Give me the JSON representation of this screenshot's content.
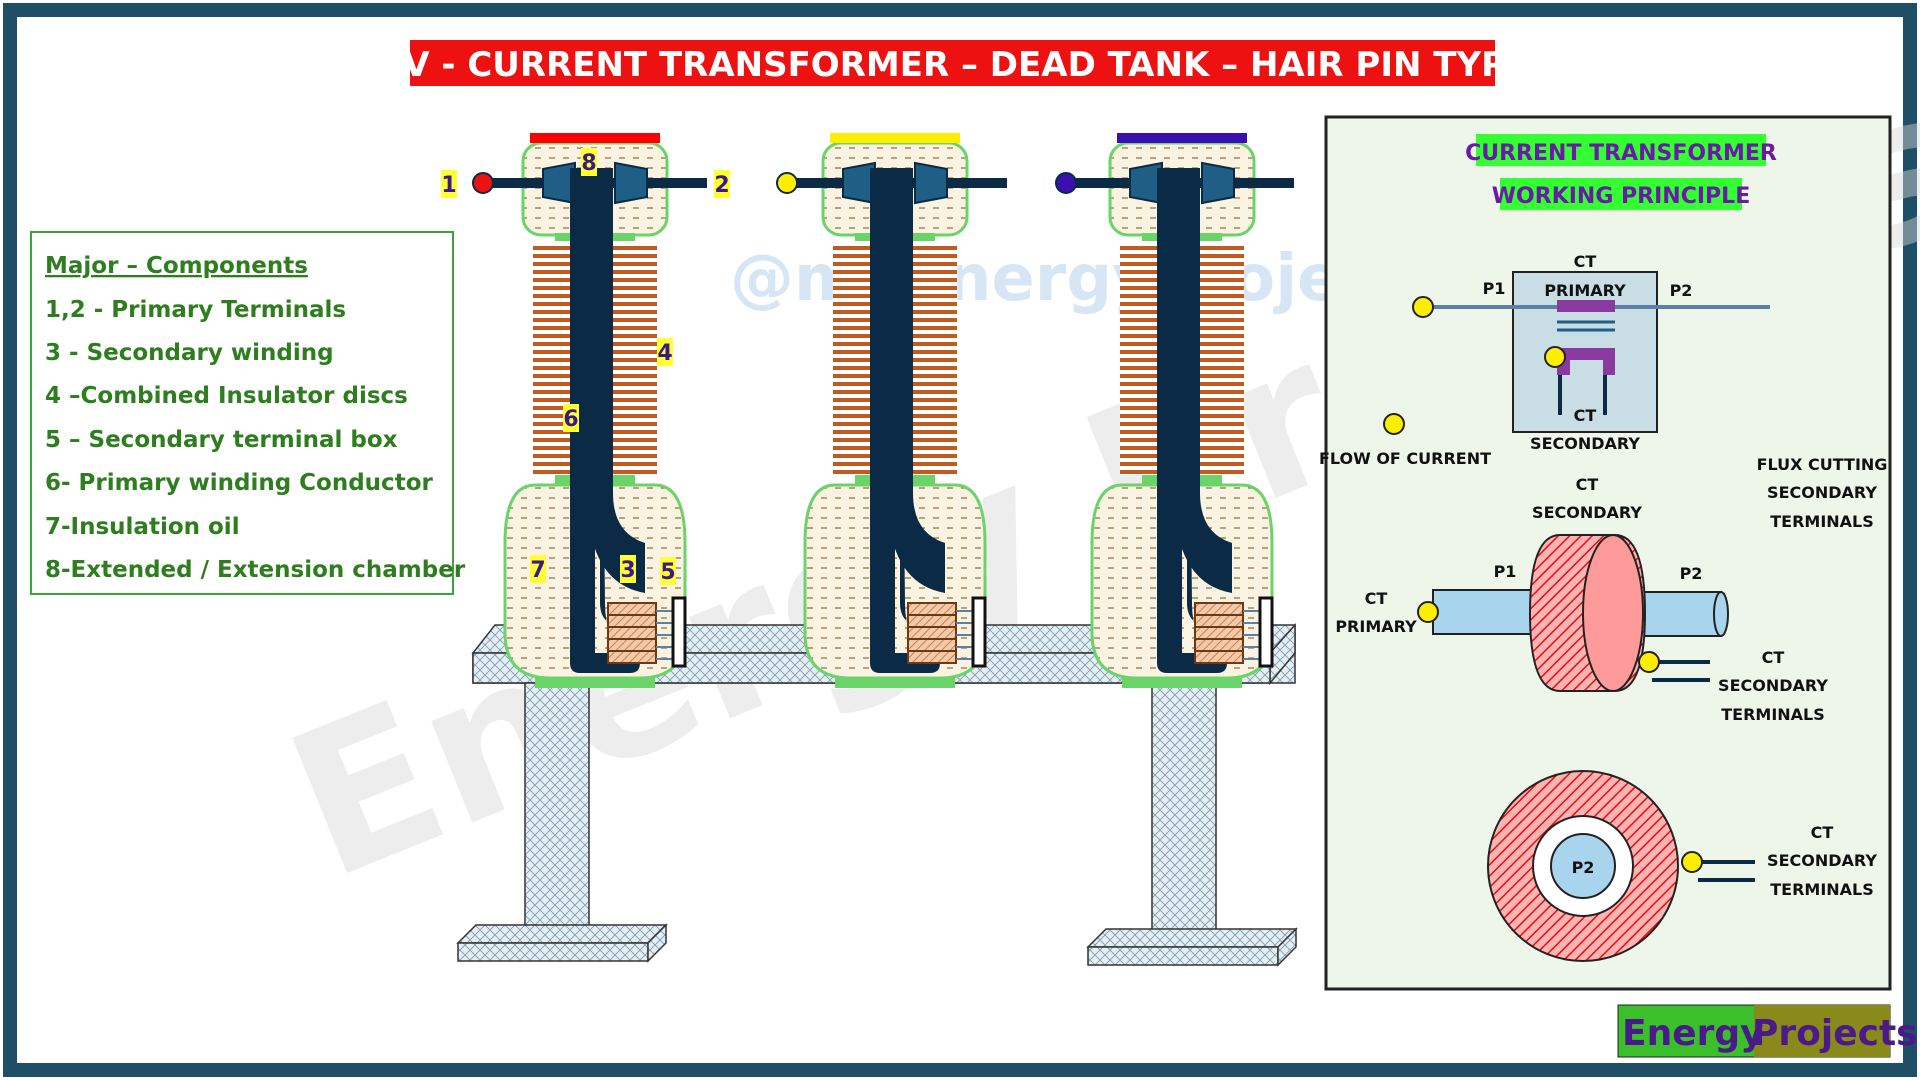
{
  "title": "HV - CURRENT TRANSFORMER – DEAD TANK – HAIR PIN TYPE",
  "watermark_handle": "@myenergyprojects",
  "watermark_big": "Energy Projects",
  "legend": {
    "heading": "Major – Components",
    "items": [
      "1,2 - Primary Terminals",
      "3 - Secondary winding",
      "4 –Combined Insulator discs",
      "5 – Secondary terminal box",
      "6- Primary  winding Conductor",
      "7-Insulation oil",
      "8-Extended / Extension chamber"
    ]
  },
  "callouts": [
    "1",
    "2",
    "3",
    "4",
    "5",
    "6",
    "7",
    "8"
  ],
  "phase_colors": [
    "#ff0000",
    "#ffee00",
    "#3a10b0"
  ],
  "principle": {
    "title1": "CURRENT TRANSFORMER",
    "title2": "WORKING PRINCIPLE",
    "ct_top": "CT",
    "primary": "PRIMARY",
    "p1": "P1",
    "p2": "P2",
    "ct_bottom": "CT",
    "secondary": "SECONDARY",
    "flow": "FLOW OF CURRENT",
    "flux": [
      "FLUX CUTTING",
      "SECONDARY",
      "TERMINALS"
    ],
    "ct_secondary_mid": [
      "CT",
      "SECONDARY"
    ],
    "p1_mid": "P1",
    "p2_mid": "P2",
    "ct_primary_left": [
      "CT",
      "PRIMARY"
    ],
    "ct_sec_terminals_mid": [
      "CT",
      "SECONDARY",
      "TERMINALS"
    ],
    "p2_ring": "P2",
    "ct_sec_terminals_bottom": [
      "CT",
      "SECONDARY",
      "TERMINALS"
    ]
  },
  "brand": {
    "word1": "Energy",
    "word2": "Projects"
  }
}
